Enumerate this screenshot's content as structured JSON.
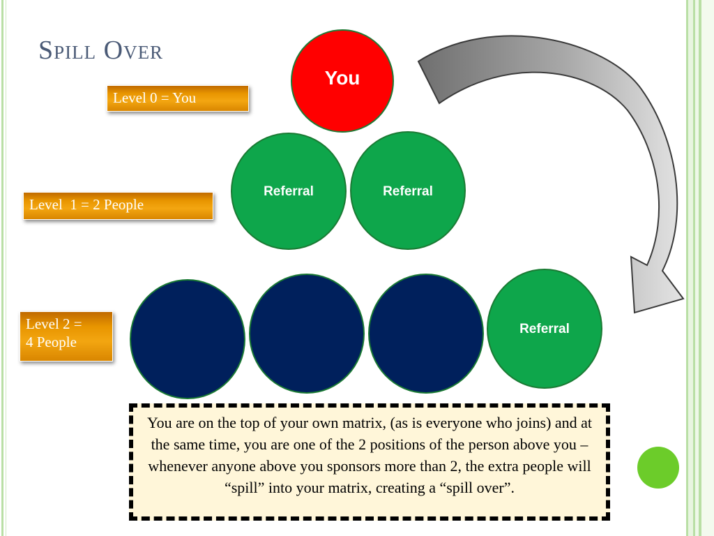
{
  "slide": {
    "title": "Spill Over",
    "levels": [
      {
        "label": "Level 0 = You"
      },
      {
        "label": "Level  1 = 2 People"
      },
      {
        "label": "Level 2 =\n4 People"
      }
    ],
    "nodes": {
      "top": "You",
      "level1": [
        "Referral",
        "Referral"
      ],
      "level2": [
        "",
        "",
        "",
        "Referral"
      ]
    },
    "explanation": "You are on the top of your own matrix, (as is everyone who joins) and at the same time, you are one of the 2 positions of the person above you – whenever anyone above you sponsors more than 2, the extra people will “spill” into your matrix, creating a “spill over”."
  },
  "colors": {
    "you": "#ff0000",
    "referral": "#0ea64b",
    "empty_position": "#00205c",
    "label_fill": "#e89500",
    "accent_dot": "#6ccc2a",
    "title": "#4a5a76"
  },
  "icons": [
    "curved-arrow-icon",
    "decorative-dot"
  ]
}
